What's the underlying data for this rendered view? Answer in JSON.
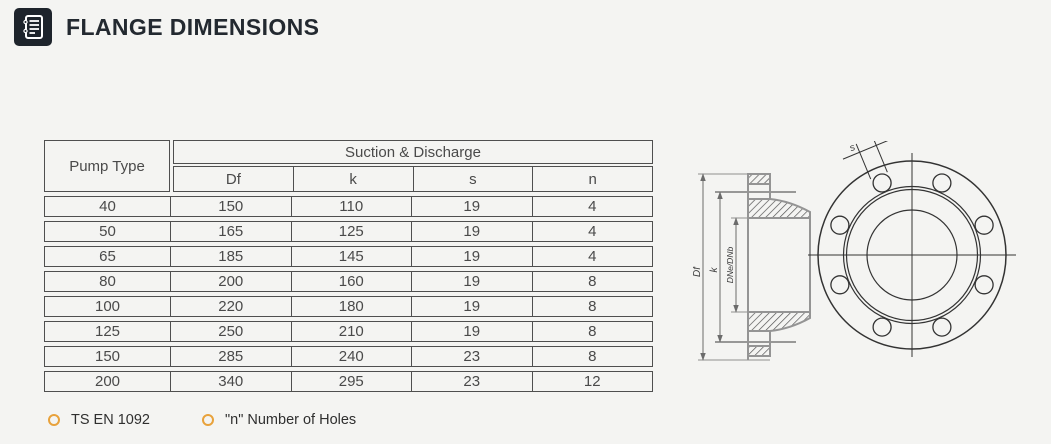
{
  "header": {
    "title": "FLANGE DIMENSIONS",
    "icon": "spec-sheet-icon"
  },
  "table": {
    "pump_type_header": "Pump Type",
    "group_header": "Suction & Discharge",
    "columns": [
      "Df",
      "k",
      "s",
      "n"
    ],
    "rows": [
      {
        "pump_type": "40",
        "values": [
          "150",
          "110",
          "19",
          "4"
        ]
      },
      {
        "pump_type": "50",
        "values": [
          "165",
          "125",
          "19",
          "4"
        ]
      },
      {
        "pump_type": "65",
        "values": [
          "185",
          "145",
          "19",
          "4"
        ]
      },
      {
        "pump_type": "80",
        "values": [
          "200",
          "160",
          "19",
          "8"
        ]
      },
      {
        "pump_type": "100",
        "values": [
          "220",
          "180",
          "19",
          "8"
        ]
      },
      {
        "pump_type": "125",
        "values": [
          "250",
          "210",
          "19",
          "8"
        ]
      },
      {
        "pump_type": "150",
        "values": [
          "285",
          "240",
          "23",
          "8"
        ]
      },
      {
        "pump_type": "200",
        "values": [
          "340",
          "295",
          "23",
          "12"
        ]
      }
    ]
  },
  "notes": [
    {
      "label": "TS EN 1092"
    },
    {
      "label": "\"n\" Number of Holes"
    }
  ],
  "drawing": {
    "df_label": "Df",
    "k_label": "k",
    "bore_label": "DNe/DNb",
    "s_label": "s",
    "hole_count": 8
  },
  "colors": {
    "background": "#f4f4f2",
    "accent_ring": "#e8a23c",
    "icon_background": "#1e242c",
    "table_border": "#4f4f4f",
    "title_text": "#232930"
  }
}
